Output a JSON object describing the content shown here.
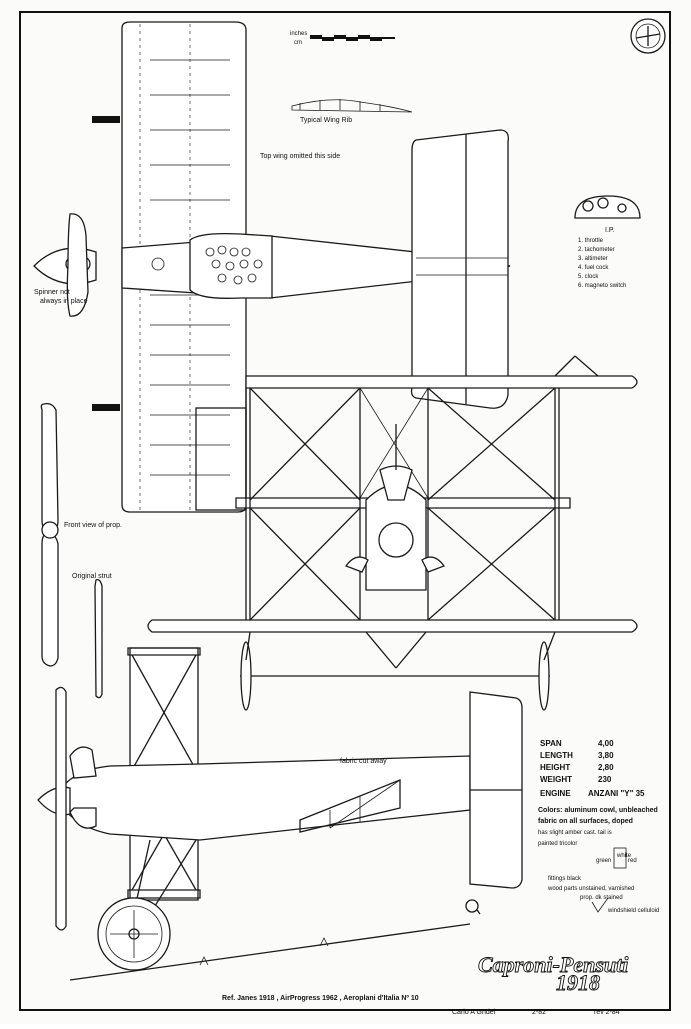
{
  "scale": {
    "unit1": "inches",
    "unit2": "cm"
  },
  "labels": {
    "wing_rib": "Typical Wing Rib",
    "top_wing": "Top wing omitted this side",
    "spinner_1": "Spinner not",
    "spinner_2": "always in place",
    "front_prop": "Front view of prop.",
    "orig_strut": "Original strut",
    "fabric_cut": "fabric cut away"
  },
  "instrument_panel": {
    "title": "I.P.",
    "items": [
      "1. throttle",
      "2. tachometer",
      "3. altimeter",
      "4. fuel cock",
      "5. clock",
      "6. magneto switch"
    ]
  },
  "specs": [
    {
      "label": "SPAN",
      "value": "4,00"
    },
    {
      "label": "LENGTH",
      "value": "3,80"
    },
    {
      "label": "HEIGHT",
      "value": "2,80"
    },
    {
      "label": "WEIGHT",
      "value": "230"
    },
    {
      "label": "ENGINE",
      "value": "ANZANI \"Y\" 35"
    }
  ],
  "colors_note": {
    "line1": "Colors: aluminum cowl, unbleached",
    "line2": "fabric on all surfaces, doped",
    "line3": "has slight amber cast. tail is",
    "line4": "painted  tricolor",
    "green": "green",
    "white": "white",
    "red": "red",
    "fittings": "fittings black",
    "wood1": "wood parts unstained, varnished",
    "wood2": "prop. dk stained",
    "windshield": "windshield celluloid"
  },
  "title": {
    "line1": "Caproni-Pensuti",
    "line2": "1918"
  },
  "footer": {
    "ref": "Ref. Janes 1918 ,  AirProgress 1962 ,  Aeroplani d'Italia Nº 10",
    "author": "Carlo A Gndel",
    "date": "2-82",
    "rev": "rev 2-84"
  }
}
